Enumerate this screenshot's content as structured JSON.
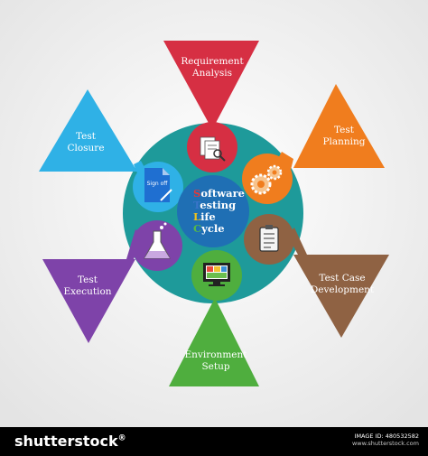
{
  "diagram": {
    "center": {
      "title_lines": [
        {
          "first": "S",
          "rest": "oftware",
          "first_color": "#e03a3a"
        },
        {
          "first": "T",
          "rest": "esting",
          "first_color": "#3a74c9"
        },
        {
          "first": "L",
          "rest": "ife",
          "first_color": "#f0c21c"
        },
        {
          "first": "C",
          "rest": "ycle",
          "first_color": "#55b84a"
        }
      ]
    },
    "phases": [
      {
        "id": "requirement",
        "label_lines": [
          "Requirement",
          "Analysis"
        ],
        "color": "#d62f43",
        "icon": "document-magnifier-icon"
      },
      {
        "id": "planning",
        "label_lines": [
          "Test",
          "Planning"
        ],
        "color": "#f07d1e",
        "icon": "gears-icon"
      },
      {
        "id": "case-development",
        "label_lines": [
          "Test Case",
          "Development"
        ],
        "color": "#8f6243",
        "icon": "checklist-clipboard-icon"
      },
      {
        "id": "environment",
        "label_lines": [
          "Environment",
          "Setup"
        ],
        "color": "#4fae3e",
        "icon": "monitor-icon"
      },
      {
        "id": "execution",
        "label_lines": [
          "Test",
          "Execution"
        ],
        "color": "#7e43a9",
        "icon": "flask-icon"
      },
      {
        "id": "closure",
        "label_lines": [
          "Test",
          "Closure"
        ],
        "color": "#2fb1e6",
        "icon": "sign-off-document-icon"
      }
    ],
    "signoff_text": "Sign off",
    "hub_color": "#1e9a9a",
    "center_color": "#1f6fb4"
  },
  "footer": {
    "brand": "shutterstock",
    "image_id": "IMAGE ID: 480532582",
    "url": "www.shutterstock.com"
  }
}
